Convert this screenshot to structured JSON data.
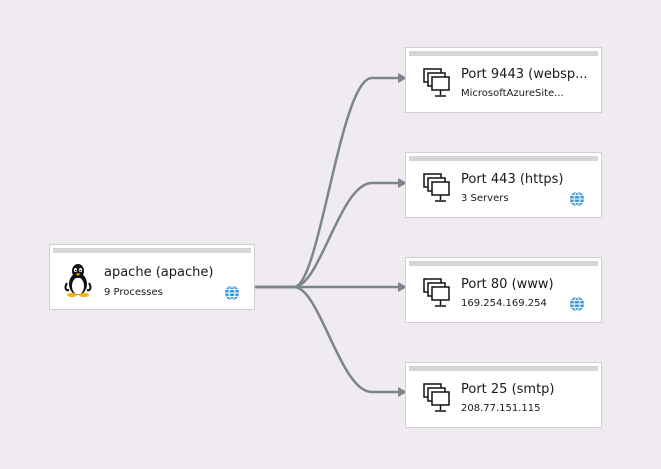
{
  "source": {
    "title": "apache (apache)",
    "subtitle": "9 Processes",
    "icon": "linux-penguin-icon",
    "status_icon": "globe-icon"
  },
  "ports": [
    {
      "title": "Port 9443 (websp...",
      "subtitle": "MicrosoftAzureSite...",
      "icon": "server-stack-icon"
    },
    {
      "title": "Port 443 (https)",
      "subtitle": "3 Servers",
      "icon": "server-stack-icon",
      "status_icon": "globe-icon"
    },
    {
      "title": "Port 80 (www)",
      "subtitle": "169.254.169.254",
      "icon": "server-stack-icon",
      "status_icon": "globe-icon"
    },
    {
      "title": "Port 25 (smtp)",
      "subtitle": "208.77.151.115",
      "icon": "server-stack-icon"
    }
  ],
  "colors": {
    "background": "#f0ebf0",
    "edge": "#7a858c",
    "globe": "#3c9ad6"
  }
}
